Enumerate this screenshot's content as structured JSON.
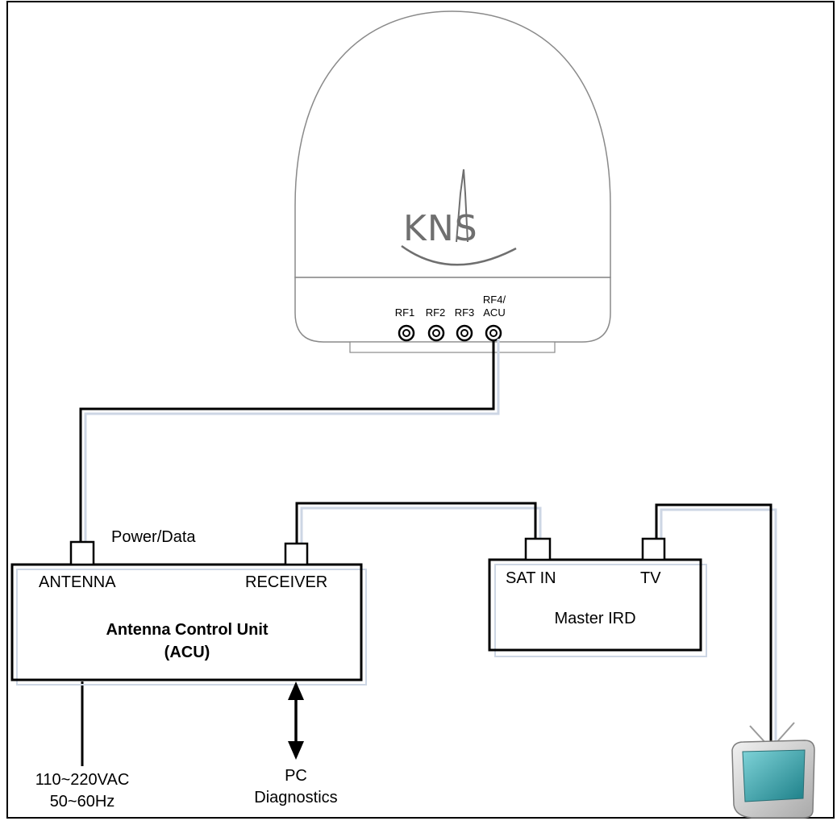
{
  "antenna": {
    "logo": "KNS",
    "ports": [
      "RF1",
      "RF2",
      "RF3"
    ],
    "port4_line1": "RF4/",
    "port4_line2": "ACU"
  },
  "cable_labels": {
    "power_data": "Power/Data"
  },
  "acu": {
    "title_line1": "Antenna Control Unit",
    "title_line2": "(ACU)",
    "port_antenna": "ANTENNA",
    "port_receiver": "RECEIVER"
  },
  "ird": {
    "title": "Master IRD",
    "port_sat_in": "SAT IN",
    "port_tv": "TV"
  },
  "power_supply": {
    "line1": "110~220VAC",
    "line2": "50~60Hz"
  },
  "pc": {
    "line1": "PC",
    "line2": "Diagnostics"
  },
  "colors": {
    "line": "#000000",
    "shadow": "#cdd6e4",
    "dome_stroke": "#8a8a8a",
    "tv_screen": "#2fa0a8"
  }
}
